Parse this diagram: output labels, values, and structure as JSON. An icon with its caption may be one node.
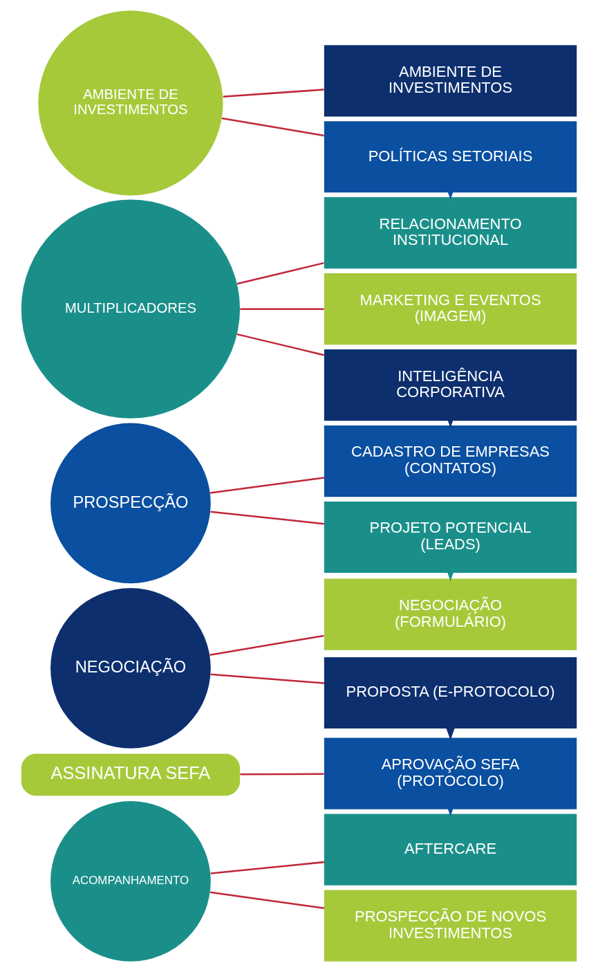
{
  "diagram": {
    "nodes": [
      {
        "text": [
          "AMBIENTE DE INVESTIMENTOS"
        ]
      },
      {
        "text": [
          "AMBIENTE DE INVESTIMENTOS"
        ]
      },
      {
        "text": [
          "POLÍTICAS SETORIAIS"
        ]
      },
      {
        "text": [
          "MULTIPLICADORES"
        ]
      },
      {
        "text": [
          "RELACIONAMENTO INSTITUCIONAL"
        ]
      },
      {
        "text": [
          "MARKETING E EVENTOS (IMAGEM)"
        ]
      },
      {
        "text": [
          "INTELIGÊNCIA CORPORATIVA"
        ]
      },
      {
        "text": [
          "PROSPECÇÃO"
        ]
      },
      {
        "text": [
          "CADASTRO DE EMPRESAS (CONTATOS)"
        ]
      },
      {
        "text": [
          "PROJETO POTENCIAL (LEADS)"
        ]
      },
      {
        "text": [
          "NEGOCIAÇÃO"
        ]
      },
      {
        "text": [
          "NEGOCIAÇÃO (FORMULÁRIO)"
        ]
      },
      {
        "text": [
          "PROPOSTA (E-PROTOCOLO)"
        ]
      },
      {
        "text": [
          "ASSINATURA SEFA"
        ]
      },
      {
        "text": [
          "APROVAÇÃO SEFA (PROTOCOLO)"
        ]
      },
      {
        "text": [
          "ACOMPANHAMENTO"
        ]
      },
      {
        "text": [
          "AFTERCARE"
        ]
      },
      {
        "text": [
          "PROSPECÇÃO DE NOVOS INVESTIMENTOS"
        ]
      }
    ],
    "edges": [
      {
        "from": 0,
        "to": 1,
        "arrow": "none"
      },
      {
        "from": 0,
        "to": 2,
        "arrow": "none"
      },
      {
        "from": 2,
        "to": 4,
        "arrow": "to",
        "color": "#0a4fa0"
      },
      {
        "from": 3,
        "to": 4,
        "arrow": "none"
      },
      {
        "from": 3,
        "to": 5,
        "arrow": "none"
      },
      {
        "from": 3,
        "to": 6,
        "arrow": "none"
      },
      {
        "from": 6,
        "to": 8,
        "arrow": "to",
        "color": "#0d2f6e"
      },
      {
        "from": 7,
        "to": 8,
        "arrow": "none"
      },
      {
        "from": 7,
        "to": 9,
        "arrow": "none"
      },
      {
        "from": 9,
        "to": 11,
        "arrow": "to",
        "color": "#1a8f8a"
      },
      {
        "from": 10,
        "to": 11,
        "arrow": "none"
      },
      {
        "from": 10,
        "to": 12,
        "arrow": "none"
      },
      {
        "from": 12,
        "to": 14,
        "arrow": "to",
        "color": "#0d2f6e"
      },
      {
        "from": 13,
        "to": 14,
        "arrow": "none"
      },
      {
        "from": 14,
        "to": 16,
        "arrow": "to",
        "color": "#0a4fa0"
      },
      {
        "from": 15,
        "to": 16,
        "arrow": "none"
      },
      {
        "from": 15,
        "to": 17,
        "arrow": "none"
      }
    ]
  }
}
